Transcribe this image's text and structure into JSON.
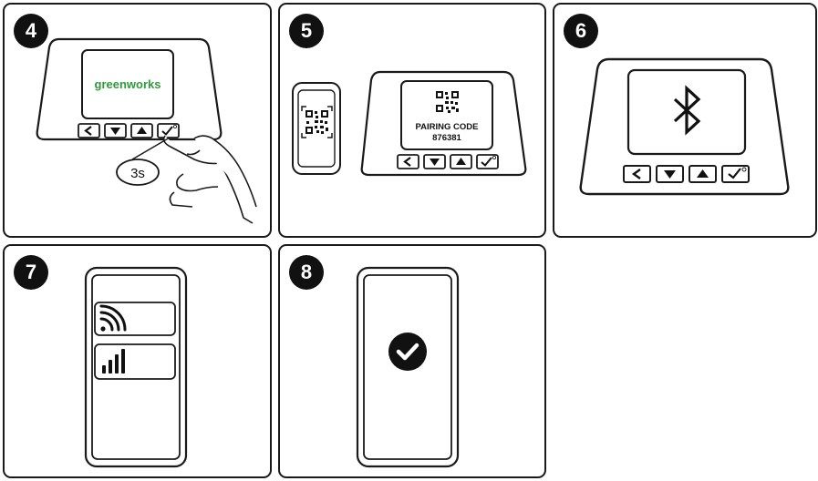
{
  "steps": [
    {
      "number": "4"
    },
    {
      "number": "5"
    },
    {
      "number": "6"
    },
    {
      "number": "7"
    },
    {
      "number": "8"
    }
  ],
  "step4": {
    "screen_logo": "greenworks",
    "hold_duration": "3s",
    "logo_color": "#2f9a3c"
  },
  "step5": {
    "pairing_label": "PAIRING CODE",
    "pairing_code": "876381"
  },
  "icons": {
    "step6_screen": "bluetooth-icon",
    "step7_top_row": "wifi-icon",
    "step7_bottom_row": "signal-bars-icon",
    "step8_screen": "check-circle-icon"
  },
  "buttons": [
    "back-button",
    "down-button",
    "up-button",
    "confirm-button"
  ]
}
